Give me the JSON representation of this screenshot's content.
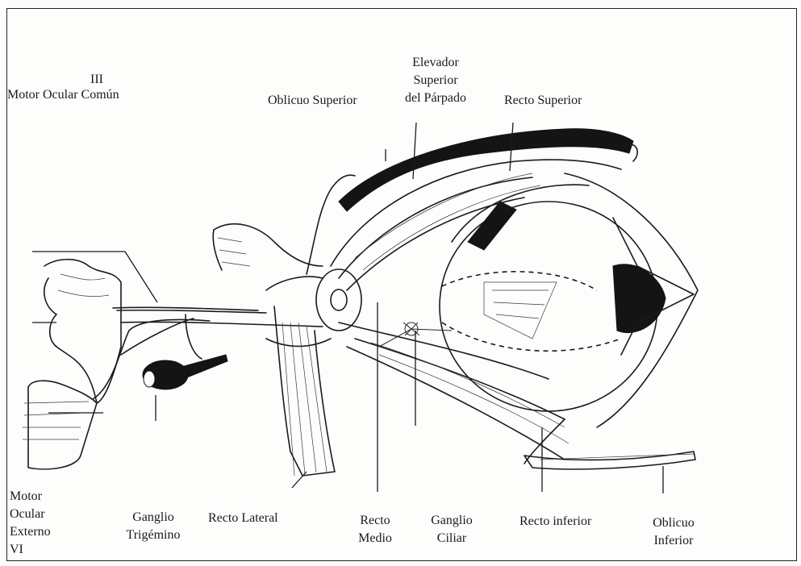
{
  "labels": {
    "motor_ocular_comun_roman": "III",
    "motor_ocular_comun": "Motor Ocular Común",
    "oblicuo_superior": "Oblicuo Superior",
    "elevador_line1": "Elevador",
    "elevador_line2": "Superior",
    "elevador_line3": "del Párpado",
    "recto_superior": "Recto Superior",
    "motor_ocular_externo_line1": "Motor",
    "motor_ocular_externo_line2": "Ocular",
    "motor_ocular_externo_line3": "Externo",
    "motor_ocular_externo_line4": "VI",
    "ganglio_trigemino_line1": "Ganglio",
    "ganglio_trigemino_line2": "Trigémino",
    "recto_lateral": "Recto Lateral",
    "recto_medio_line1": "Recto",
    "recto_medio_line2": "Medio",
    "ganglio_ciliar_line1": "Ganglio",
    "ganglio_ciliar_line2": "Ciliar",
    "recto_inferior": "Recto inferior",
    "oblicuo_inferior_line1": "Oblicuo",
    "oblicuo_inferior_line2": "Inferior"
  },
  "colors": {
    "ink": "#1a1a1a",
    "paper": "#fdfdfc"
  }
}
